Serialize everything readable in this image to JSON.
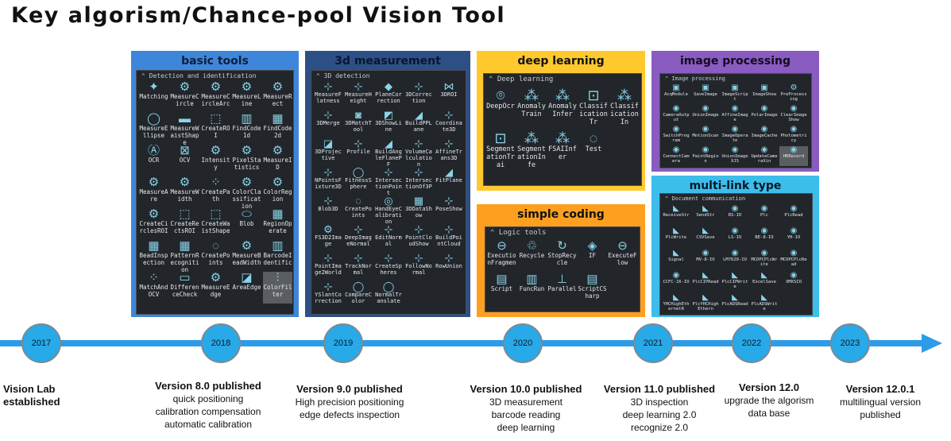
{
  "title": "Key algorism/Chance-pool Vision Tool",
  "cards": [
    {
      "id": "basic-tools",
      "header": "basic tools",
      "panel_title": "Detection and identification",
      "items": [
        {
          "icon": "✦",
          "label": "Matching"
        },
        {
          "icon": "⚙",
          "label": "MeasureCircle"
        },
        {
          "icon": "⚙",
          "label": "MeasureCircleArc"
        },
        {
          "icon": "⚙",
          "label": "MeasureLine"
        },
        {
          "icon": "⚙",
          "label": "MeasureRect"
        },
        {
          "icon": "◯",
          "label": "MeasureEllipse"
        },
        {
          "icon": "▬",
          "label": "MeasureWaistShape"
        },
        {
          "icon": "⬚",
          "label": "CreateROI"
        },
        {
          "icon": "▥",
          "label": "FindCode1d"
        },
        {
          "icon": "▦",
          "label": "FindCode2d"
        },
        {
          "icon": "Ⓐ",
          "label": "OCR"
        },
        {
          "icon": "⊠",
          "label": "OCV"
        },
        {
          "icon": "⚙",
          "label": "Intensity"
        },
        {
          "icon": "⚙",
          "label": "PixelStatistics"
        },
        {
          "icon": "⚙",
          "label": "MeasureID"
        },
        {
          "icon": "⚙",
          "label": "MeasureAre"
        },
        {
          "icon": "⚙",
          "label": "MeasureWidth"
        },
        {
          "icon": "⁘",
          "label": "CreatePath"
        },
        {
          "icon": "⚙",
          "label": "ColorClassification"
        },
        {
          "icon": "⚙",
          "label": "ColorRegion"
        },
        {
          "icon": "⚙",
          "label": "CreateCirclesROI"
        },
        {
          "icon": "⬚",
          "label": "CreateRectsROI"
        },
        {
          "icon": "⬚",
          "label": "CreateWaistShape"
        },
        {
          "icon": "⬭",
          "label": "Blob"
        },
        {
          "icon": "▦",
          "label": "RegionOperate"
        },
        {
          "icon": "▦",
          "label": "BeadInspection"
        },
        {
          "icon": "▦",
          "label": "PatternRecognition"
        },
        {
          "icon": "◌",
          "label": "CreatePoints"
        },
        {
          "icon": "⚙",
          "label": "MeasureBeadWidth"
        },
        {
          "icon": "▥",
          "label": "BarcodeIdentific"
        },
        {
          "icon": "⁘",
          "label": "MatchAndOCV"
        },
        {
          "icon": "▭",
          "label": "DifferenceCheck"
        },
        {
          "icon": "⚙",
          "label": "MeasureEdge"
        },
        {
          "icon": "◪",
          "label": "AreaEdge"
        },
        {
          "icon": "⫶",
          "label": "ColorFilter"
        }
      ]
    },
    {
      "id": "3d-measurement",
      "header": "3d measurement",
      "panel_title": "3D detection",
      "items": [
        {
          "icon": "⊹",
          "label": "MeasureFlatness"
        },
        {
          "icon": "⊹",
          "label": "MeasureHeight"
        },
        {
          "icon": "◆",
          "label": "PlaneCorrection"
        },
        {
          "icon": "⊹",
          "label": "3DCorrection"
        },
        {
          "icon": "⋈",
          "label": "3DROI"
        },
        {
          "icon": "⊹",
          "label": "3DMerge"
        },
        {
          "icon": "◙",
          "label": "3DMatchTool"
        },
        {
          "icon": "◩",
          "label": "3DShowLine"
        },
        {
          "icon": "◢",
          "label": "BuildPPLane"
        },
        {
          "icon": "⊹",
          "label": "Coordinate3D"
        },
        {
          "icon": "◪",
          "label": "3DProjective"
        },
        {
          "icon": "⊹",
          "label": "Profile"
        },
        {
          "icon": "◢",
          "label": "BuildAngleFlanePF"
        },
        {
          "icon": "⊹",
          "label": "VolumeCalculation"
        },
        {
          "icon": "⊹",
          "label": "AffineTrans3D"
        },
        {
          "icon": "⊹",
          "label": "NPointsFixture3D"
        },
        {
          "icon": "◯",
          "label": "FitnessSphere"
        },
        {
          "icon": "⊹",
          "label": "IntersectionPoint"
        },
        {
          "icon": "⊹",
          "label": "IntersectionOf3P"
        },
        {
          "icon": "◢",
          "label": "FitPlane"
        },
        {
          "icon": "⊹",
          "label": "Blob3D"
        },
        {
          "icon": "◌",
          "label": "CreatePoints"
        },
        {
          "icon": "◎",
          "label": "HandEyeCalibration"
        },
        {
          "icon": "▦",
          "label": "3DDataShow"
        },
        {
          "icon": "⊹",
          "label": "PoseShow"
        },
        {
          "icon": "⚙",
          "label": "FS3D2Image"
        },
        {
          "icon": "⊹",
          "label": "DeepImageNormal"
        },
        {
          "icon": "⊹",
          "label": "EditNormal"
        },
        {
          "icon": "⊹",
          "label": "PointCloudShow"
        },
        {
          "icon": "⊹",
          "label": "BuildPointCloud"
        },
        {
          "icon": "⊹",
          "label": "PointImage2World"
        },
        {
          "icon": "⊹",
          "label": "TrackNormal"
        },
        {
          "icon": "⊹",
          "label": "CreateSpheres"
        },
        {
          "icon": "⊹",
          "label": "FollowNormal"
        },
        {
          "icon": "⊹",
          "label": "RowUnion"
        },
        {
          "icon": "⊹",
          "label": "YSlantCorrection"
        },
        {
          "icon": "◯",
          "label": "CompareColor"
        },
        {
          "icon": "◯",
          "label": "NormalTranslate"
        }
      ]
    },
    {
      "id": "deep-learning",
      "header": "deep learning",
      "panel_title": "Deep learning",
      "items": [
        {
          "icon": "⌾",
          "label": "DeepOcr"
        },
        {
          "icon": "⁂",
          "label": "AnomalyTrain"
        },
        {
          "icon": "⁂",
          "label": "AnomalyInfer"
        },
        {
          "icon": "⊡",
          "label": "ClassificationTr"
        },
        {
          "icon": "⁂",
          "label": "ClassificationIn"
        },
        {
          "icon": "⊡",
          "label": "SegmentationTrai"
        },
        {
          "icon": "⁂",
          "label": "SegmentationInfe"
        },
        {
          "icon": "⁂",
          "label": "FSAIInfer"
        },
        {
          "icon": "◌",
          "label": "Test"
        }
      ]
    },
    {
      "id": "simple-coding",
      "header": "simple coding",
      "panel_title": "Logic tools",
      "items": [
        {
          "icon": "⊖",
          "label": "ExecutionFragmen"
        },
        {
          "icon": "♲",
          "label": "Recycle"
        },
        {
          "icon": "↻",
          "label": "StopRecycle"
        },
        {
          "icon": "◈",
          "label": "IF"
        },
        {
          "icon": "⊖",
          "label": "ExecuteFlow"
        },
        {
          "icon": "▤",
          "label": "Script"
        },
        {
          "icon": "▥",
          "label": "FuncRun"
        },
        {
          "icon": "⊥",
          "label": "Parallel"
        },
        {
          "icon": "▤",
          "label": "ScriptCSharp"
        }
      ]
    },
    {
      "id": "image-processing",
      "header": "image processing",
      "panel_title": "Image processing",
      "items": [
        {
          "icon": "▣",
          "label": "AcqModule"
        },
        {
          "icon": "▣",
          "label": "SaveImage"
        },
        {
          "icon": "▣",
          "label": "ImageScript"
        },
        {
          "icon": "▣",
          "label": "ImageShow"
        },
        {
          "icon": "⚙",
          "label": "PreProcessing"
        },
        {
          "icon": "◉",
          "label": "CameraOutput"
        },
        {
          "icon": "◉",
          "label": "UnionImage"
        },
        {
          "icon": "◉",
          "label": "AffineImage"
        },
        {
          "icon": "◉",
          "label": "PolarImage"
        },
        {
          "icon": "◉",
          "label": "ClearImageShow"
        },
        {
          "icon": "◉",
          "label": "SwitchProgram"
        },
        {
          "icon": "◉",
          "label": "MotionScan"
        },
        {
          "icon": "◉",
          "label": "ImageOperate"
        },
        {
          "icon": "◉",
          "label": "ImageCache"
        },
        {
          "icon": "◉",
          "label": "Photometricy"
        },
        {
          "icon": "◉",
          "label": "ConnectCamera"
        },
        {
          "icon": "◉",
          "label": "PaintRegion"
        },
        {
          "icon": "◉",
          "label": "UnionImageXJS"
        },
        {
          "icon": "◉",
          "label": "UpdateCameraXin"
        },
        {
          "icon": "◉",
          "label": "HRRecord"
        }
      ]
    },
    {
      "id": "multi-link-type",
      "header": "multi-link type",
      "panel_title": "Document communication",
      "items": [
        {
          "icon": "◣",
          "label": "ReceiveStr"
        },
        {
          "icon": "◣",
          "label": "SendStr"
        },
        {
          "icon": "◉",
          "label": "RS-IO"
        },
        {
          "icon": "◉",
          "label": "Plc"
        },
        {
          "icon": "◉",
          "label": "PlcRead"
        },
        {
          "icon": "◣",
          "label": "PlcWrite"
        },
        {
          "icon": "◣",
          "label": "CSVSave"
        },
        {
          "icon": "◉",
          "label": "LS-IO"
        },
        {
          "icon": "◉",
          "label": "BE-8-IO"
        },
        {
          "icon": "◉",
          "label": "YH-IO"
        },
        {
          "icon": "◣",
          "label": "Signal"
        },
        {
          "icon": "◉",
          "label": "MV-8-IO"
        },
        {
          "icon": "◉",
          "label": "LM7620-IO"
        },
        {
          "icon": "◉",
          "label": "MCOPCPlcWrite"
        },
        {
          "icon": "◉",
          "label": "MCOPCPlcRead"
        },
        {
          "icon": "◉",
          "label": "CCFC-16-IO"
        },
        {
          "icon": "◣",
          "label": "PlcCIPRead"
        },
        {
          "icon": "◣",
          "label": "PlcCIPWrite"
        },
        {
          "icon": "◣",
          "label": "ExcelSave"
        },
        {
          "icon": "◉",
          "label": "XMXSIO"
        },
        {
          "icon": "◣",
          "label": "YHCHighEthernetR"
        },
        {
          "icon": "◣",
          "label": "PlcYHCHighEthern"
        },
        {
          "icon": "◣",
          "label": "PlcADSRead"
        },
        {
          "icon": "◣",
          "label": "PlcADSWrite"
        }
      ]
    }
  ],
  "timeline": [
    {
      "year": "2017",
      "title": "Vision Lab established",
      "lines": []
    },
    {
      "year": "2018",
      "title": "Version 8.0 published",
      "lines": [
        "quick positioning",
        "calibration compensation",
        "automatic calibration"
      ]
    },
    {
      "year": "2019",
      "title": "Version 9.0 published",
      "lines": [
        "High precision positioning",
        "edge defects inspection"
      ]
    },
    {
      "year": "2020",
      "title": "Version 10.0 published",
      "lines": [
        "3D measurement",
        "barcode reading",
        "deep learning"
      ]
    },
    {
      "year": "2021",
      "title": "Version 11.0 published",
      "lines": [
        "3D inspection",
        "deep learning 2.0",
        "recognize 2.0"
      ]
    },
    {
      "year": "2022",
      "title": "Version 12.0",
      "lines": [
        "upgrade the algorism",
        "data base"
      ]
    },
    {
      "year": "2023",
      "title": "Version 12.0.1",
      "lines": [
        "multilingual version",
        "published"
      ]
    }
  ],
  "colors": {
    "basic_tools_bg": "#3e86d9",
    "measurement_bg": "#2c4f86",
    "deep_learning_bg": "#ffc92e",
    "simple_coding_bg": "#ff9f1f",
    "image_processing_bg": "#8a5bc0",
    "multi_link_bg": "#3dbdea",
    "timeline": "#2e9be8",
    "year_circle": "#28a9e8"
  }
}
